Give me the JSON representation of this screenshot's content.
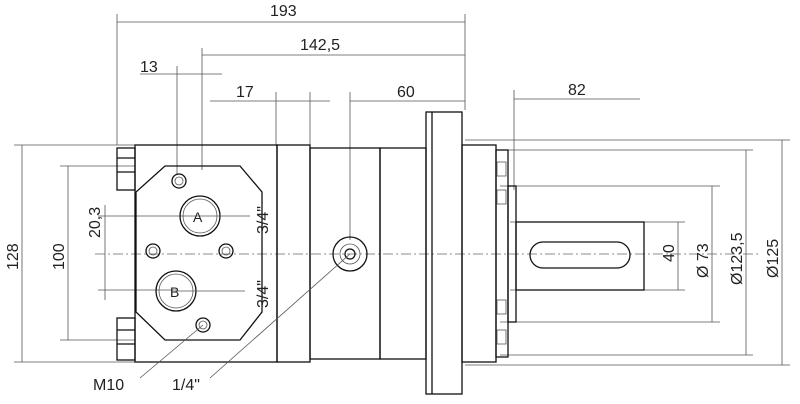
{
  "dimensions": {
    "overall_length": "193",
    "body_length": "142,5",
    "port_offset": "13",
    "flange_width": "17",
    "flange_to_face": "60",
    "shaft_length": "82",
    "height_128": "128",
    "height_100": "100",
    "port_spacing": "20,3",
    "shaft_dia": "40",
    "pilot_dia": "Ø 73",
    "bolt_circle_dia": "Ø123,5",
    "flange_dia": "Ø125"
  },
  "ports": {
    "a_label": "A",
    "b_label": "B",
    "a_size": "3/4\"",
    "b_size": "3/4\""
  },
  "callouts": {
    "mount_thread": "M10",
    "drain_port": "1/4\""
  }
}
